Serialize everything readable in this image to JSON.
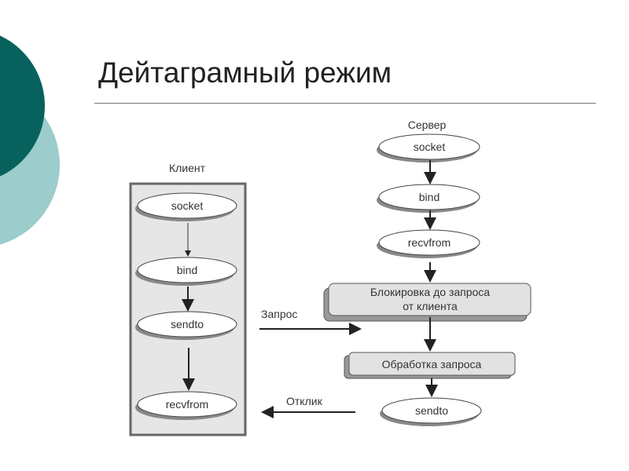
{
  "slide": {
    "title": "Дейтаграмный режим",
    "colors": {
      "dark_circle": "#07625e",
      "light_circle": "#9ccccb"
    }
  },
  "diagram": {
    "client": {
      "label": "Клиент",
      "steps": [
        "socket",
        "bind",
        "sendto",
        "recvfrom"
      ]
    },
    "server": {
      "label": "Сервер",
      "steps": [
        "socket",
        "bind",
        "recvfrom"
      ],
      "block": [
        "Блокировка до запроса",
        "от клиента"
      ],
      "process": "Обработка запроса",
      "final": "sendto"
    },
    "request_label": "Запрос",
    "response_label": "Отклик"
  }
}
